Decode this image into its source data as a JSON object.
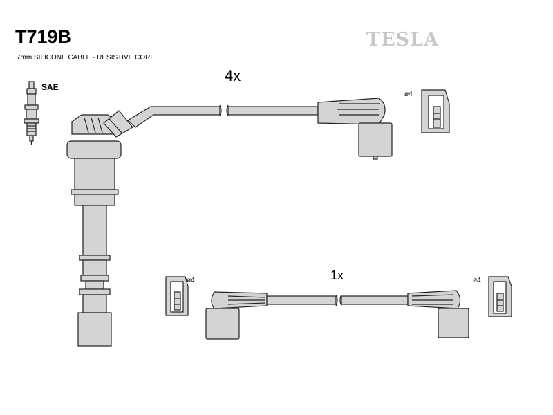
{
  "header": {
    "part_number": "T719B",
    "description": "7mm SILICONE CABLE - RESISTIVE CORE",
    "brand": "TESLA"
  },
  "labels": {
    "spark_plug_standard": "SAE",
    "long_cable_quantity": "4x",
    "short_cable_quantity": "1x",
    "diameter_top": "ø4",
    "diameter_bottom_left": "ø4",
    "diameter_bottom_right": "ø4"
  },
  "colors": {
    "part_fill": "#d4d4d4",
    "line": "#222222",
    "brand": "#c7c7c7"
  }
}
